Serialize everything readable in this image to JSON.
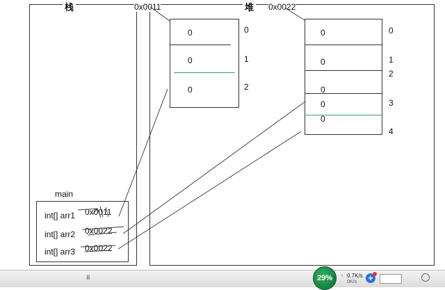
{
  "stack": {
    "title": "栈",
    "frame_label": "main",
    "vars": [
      {
        "name": "int[] arr1",
        "value": "0x0011"
      },
      {
        "name": "int[] arr2",
        "value": "0x0022"
      },
      {
        "name": "int[] arr3",
        "value": "0x0022"
      }
    ]
  },
  "heap": {
    "title": "堆",
    "array1": {
      "address": "0x0011",
      "cells": [
        "0",
        "0",
        "0"
      ],
      "indices": [
        "0",
        "1",
        "2"
      ]
    },
    "array2": {
      "address": "0x0022",
      "cells": [
        "0",
        "0",
        "0",
        "0",
        "0"
      ],
      "indices": [
        "0",
        "1",
        "2",
        "3",
        "4"
      ]
    }
  },
  "taskbar": {
    "scroll_grip": "III",
    "cpu_badge": "29%",
    "net_up": "0.7K/s",
    "net_down": "0K/s",
    "plus_icon": "+"
  }
}
